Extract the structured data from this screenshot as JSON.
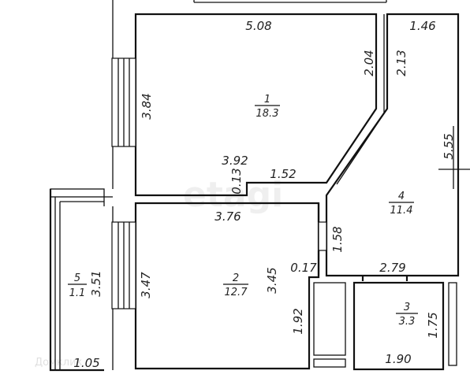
{
  "rooms": [
    {
      "number": "1",
      "area": "18.3"
    },
    {
      "number": "2",
      "area": "12.7"
    },
    {
      "number": "3",
      "area": "3.3"
    },
    {
      "number": "4",
      "area": "11.4"
    },
    {
      "number": "5",
      "area": "1.1"
    }
  ],
  "dimensions": {
    "room1_top": "5.08",
    "room1_left": "3.84",
    "room1_diag_right": "2.04",
    "room1_bottom_a": "3.92",
    "room1_step": "0.13",
    "room1_bottom_b": "1.52",
    "room4_top": "1.46",
    "room4_left_upper": "2.13",
    "room4_right": "5.55",
    "room4_left_lower": "1.58",
    "room4_bottom": "2.79",
    "room2_top": "3.76",
    "room2_left": "3.47",
    "room2_right": "3.45",
    "room2_step": "0.17",
    "room2_lower_right": "1.92",
    "room3_right": "1.75",
    "room3_bottom": "1.90",
    "balcony_height": "3.51",
    "balcony_width": "1.05"
  },
  "watermark": {
    "main": "etagi",
    "small": "Домклик"
  }
}
